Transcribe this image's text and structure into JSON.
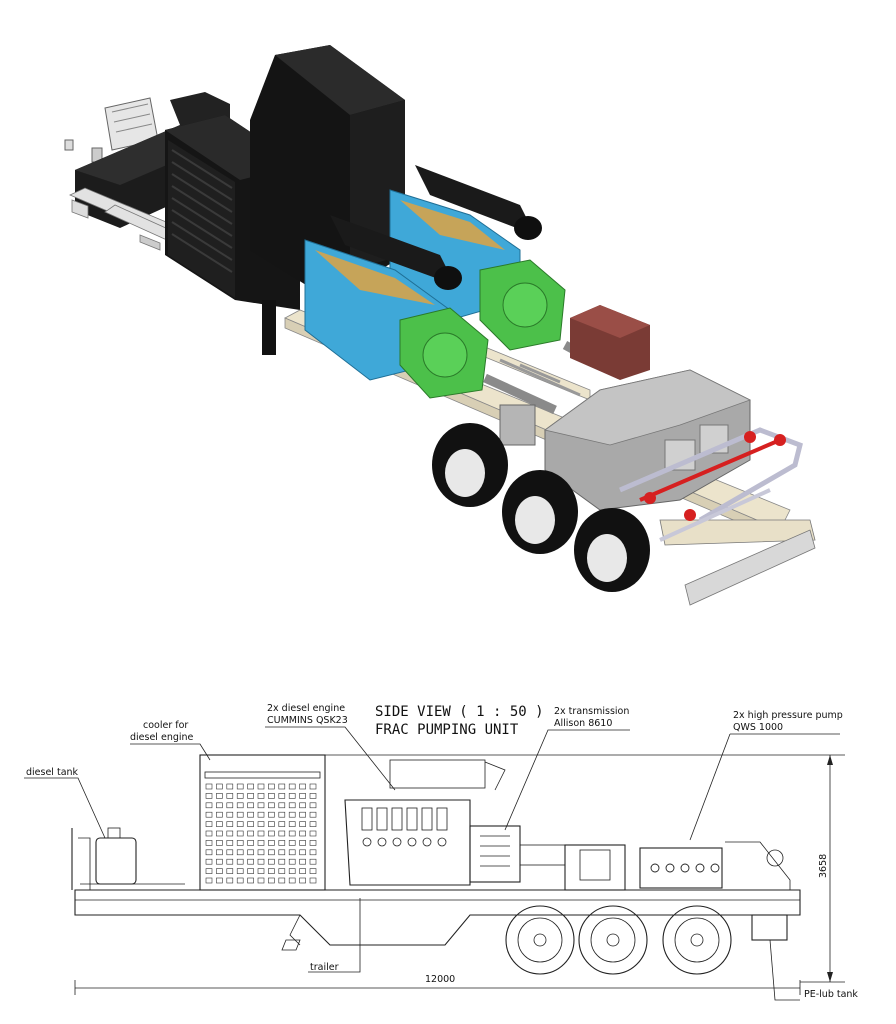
{
  "drawing": {
    "title_line1": "SIDE VIEW ( 1 : 50 )",
    "title_line2": "FRAC PUMPING UNIT",
    "labels": {
      "engine_line1": "2x diesel engine",
      "engine_line2": "CUMMINS QSK23",
      "transmission_line1": "2x transmission",
      "transmission_line2": "Allison 8610",
      "pump_line1": "2x high pressure pump",
      "pump_line2": "QWS 1000",
      "cooler_line1": "cooler for",
      "cooler_line2": "diesel engine",
      "diesel_tank": "diesel tank",
      "trailer": "trailer",
      "pe_lub_tank": "PE-lub tank"
    },
    "dimensions": {
      "length": "12000",
      "height": "3658"
    }
  },
  "colors": {
    "engine_blue": "#3fa8d8",
    "transmission_green": "#4cc04a",
    "cooler_black": "#1e1e1e",
    "frame_beige": "#e8e0c8",
    "pump_grey": "#a9a9a9",
    "box_brown": "#7a3b35",
    "pipe_red": "#d62020"
  }
}
